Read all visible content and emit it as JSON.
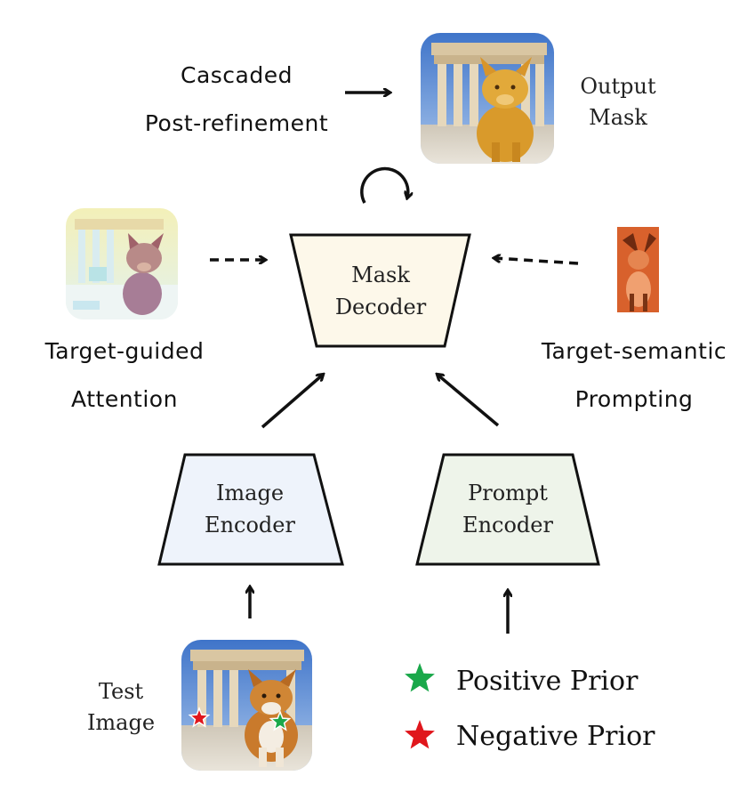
{
  "labels": {
    "cascaded_line1": "Cascaded",
    "cascaded_line2": "Post-refinement",
    "output_line1": "Output",
    "output_line2": "Mask",
    "tga_line1": "Target-guided",
    "tga_line2": "Attention",
    "tsp_line1": "Target-semantic",
    "tsp_line2": "Prompting",
    "test_line1": "Test",
    "test_line2": "Image"
  },
  "blocks": {
    "mask_decoder": {
      "line1": "Mask",
      "line2": "Decoder",
      "fill": "#fdf8ea"
    },
    "image_encoder": {
      "line1": "Image",
      "line2": "Encoder",
      "fill": "#eef3fb"
    },
    "prompt_encoder": {
      "line1": "Prompt",
      "line2": "Encoder",
      "fill": "#eef4ea"
    }
  },
  "legend": {
    "positive": {
      "label": "Positive Prior",
      "color": "#1aa84a"
    },
    "negative": {
      "label": "Negative Prior",
      "color": "#e0161c"
    }
  }
}
